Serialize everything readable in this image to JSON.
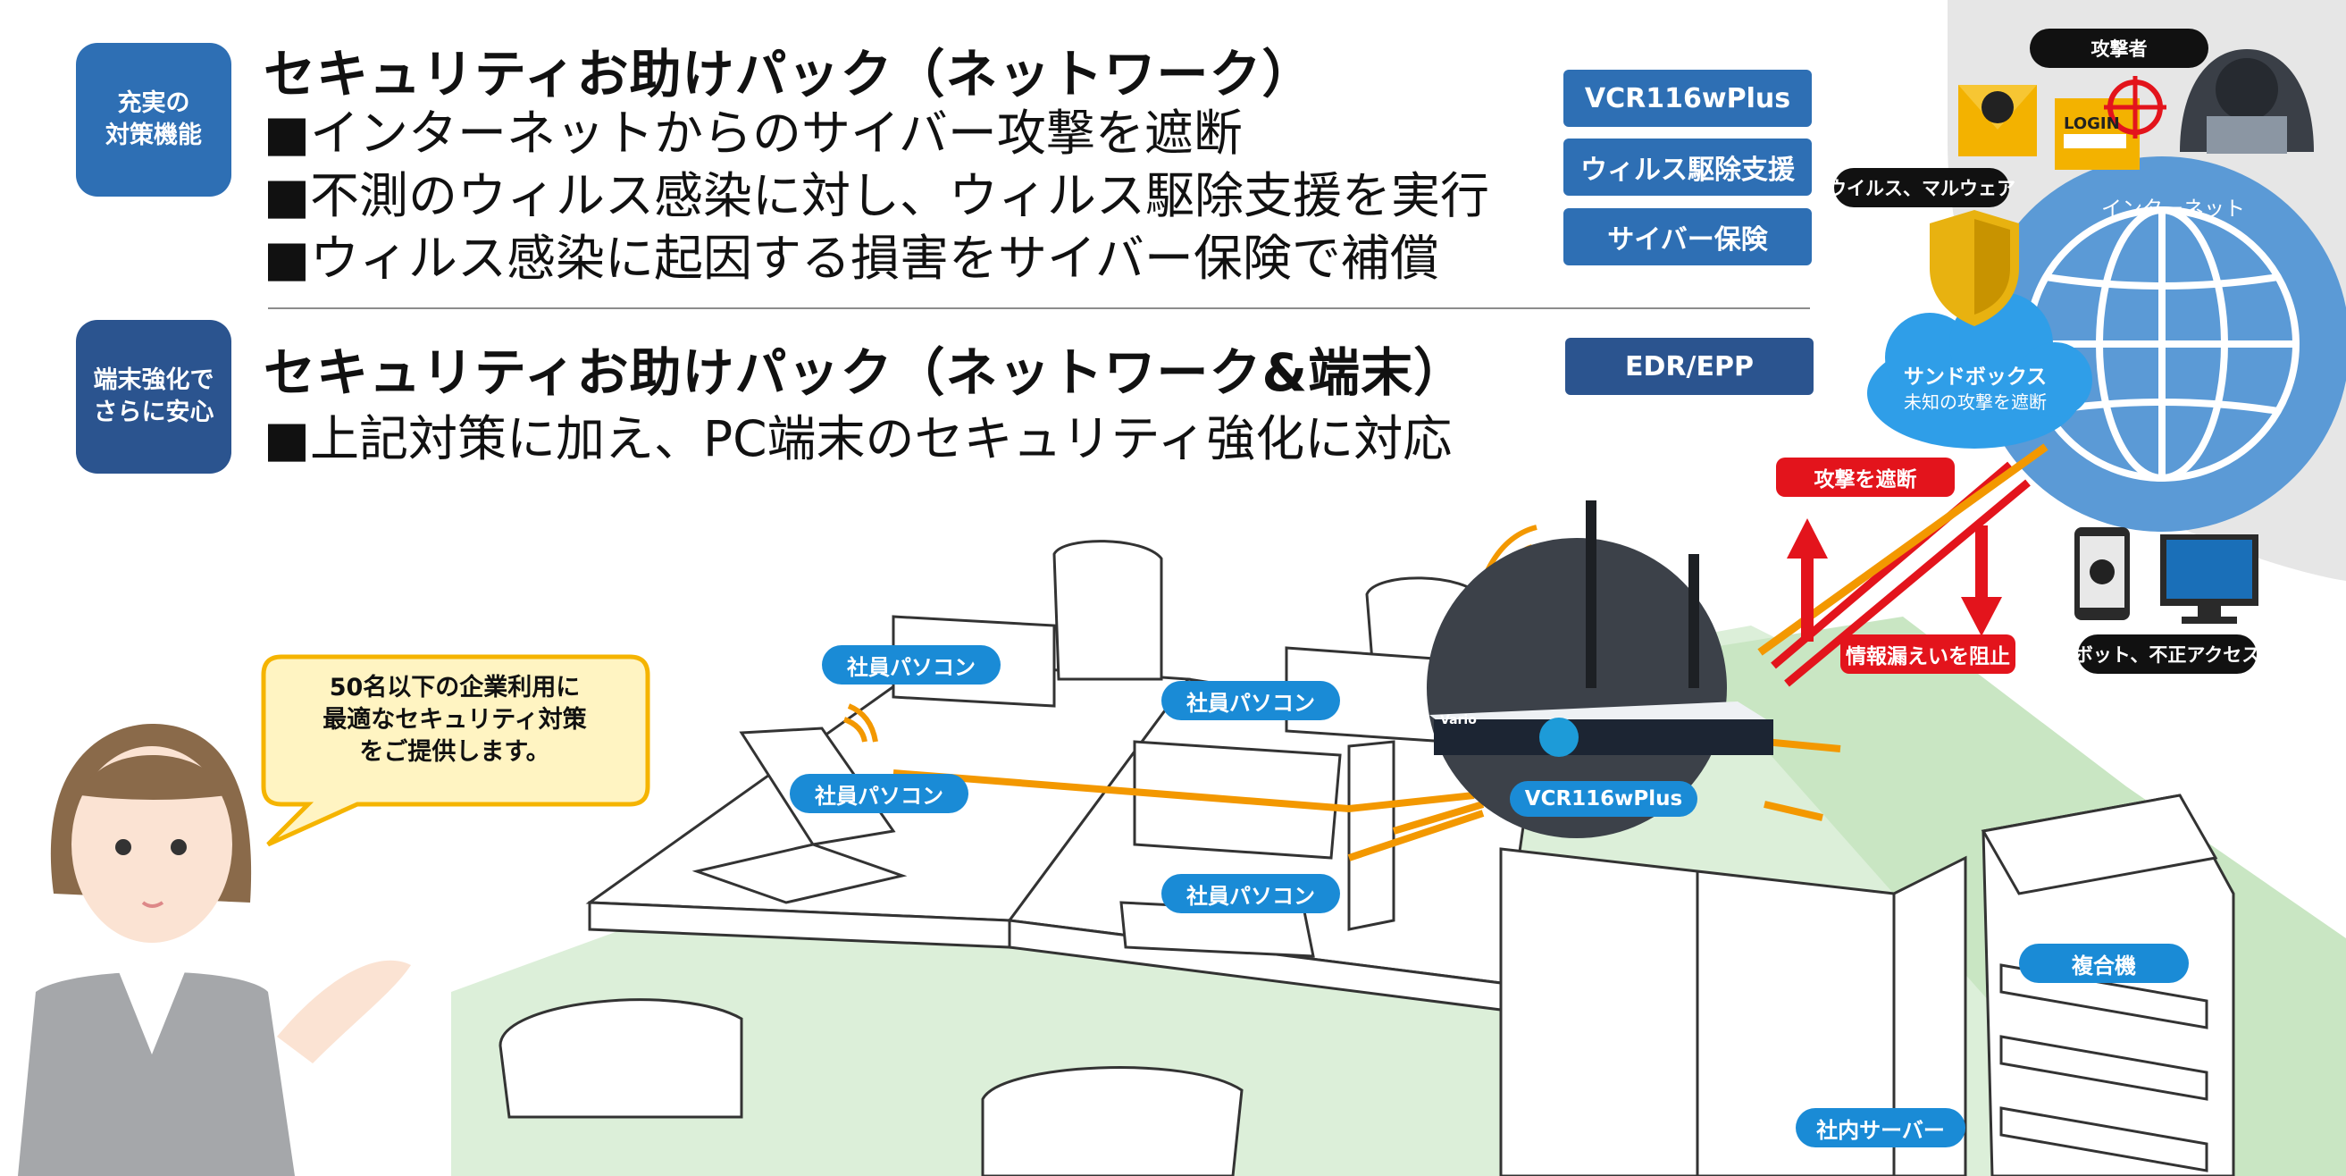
{
  "sections": [
    {
      "badge": "充実の\n対策機能",
      "title": "セキュリティお助けパック（ネットワーク）",
      "bullets": [
        "■インターネットからのサイバー攻撃を遮断",
        "■不測のウィルス感染に対し、ウィルス駆除支援を実行",
        "■ウィルス感染に起因する損害をサイバー保険で補償"
      ],
      "tags": [
        "VCR116wPlus",
        "ウィルス駆除支援",
        "サイバー保険"
      ]
    },
    {
      "badge": "端末強化で\nさらに安心",
      "title": "セキュリティお助けパック（ネットワーク&端末）",
      "bullets": [
        "■上記対策に加え、PC端末のセキュリティ強化に対応"
      ],
      "tags": [
        "EDR/EPP"
      ]
    }
  ],
  "diagram": {
    "callout": "50名以下の企業利用に\n最適なセキュリティ対策\nをご提供します。",
    "pc_labels": [
      "社員パソコン",
      "社員パソコン",
      "社員パソコン",
      "社員パソコン"
    ],
    "router_label": "VCR116wPlus",
    "router_brand": "Vario",
    "mfp_label": "複合機",
    "server_label": "社内サーバー",
    "attacker_label": "攻撃者",
    "malware_label": "ウイルス、マルウェア",
    "login_text": "LOGIN",
    "internet_label": "インターネット",
    "sandbox_title": "サンドボックス",
    "sandbox_sub": "未知の攻撃を遮断",
    "block_attack": "攻撃を遮断",
    "block_leak": "情報漏えいを阻止",
    "bot_label": "ボット、不正アクセス"
  },
  "colors": {
    "badge_blue": "#2e6fb4",
    "badge_navy": "#2b548f",
    "pill_blue": "#1a8bd6",
    "alert_red": "#e3141c",
    "cable_orange": "#f39800",
    "callout_fill": "#fff4c2",
    "callout_border": "#f5b400",
    "floor_green": "#dcefd9"
  }
}
